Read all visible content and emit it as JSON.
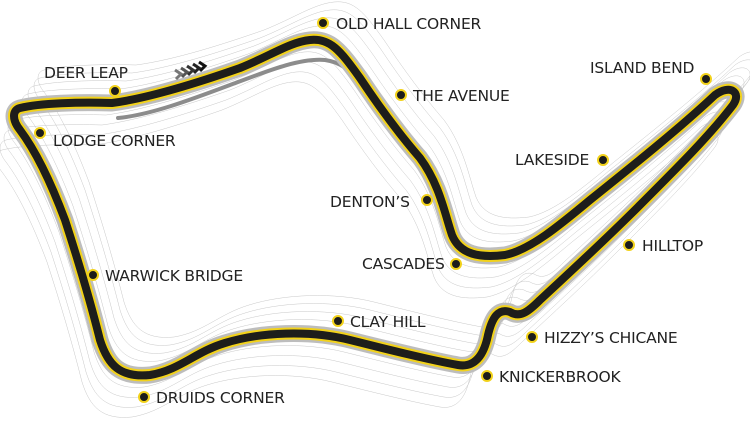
{
  "map": {
    "colors": {
      "track": "#1d1d1b",
      "edge": "#f2d21b",
      "pit_lane": "#8c8c8c",
      "contour": "#9a9a9a"
    },
    "direction_icon": "chevron-arrows-icon",
    "corners": [
      {
        "id": "old-hall-corner",
        "label": "OLD HALL CORNER"
      },
      {
        "id": "deer-leap",
        "label": "DEER LEAP"
      },
      {
        "id": "the-avenue",
        "label": "THE AVENUE"
      },
      {
        "id": "island-bend",
        "label": "ISLAND BEND"
      },
      {
        "id": "lodge-corner",
        "label": "LODGE CORNER"
      },
      {
        "id": "lakeside",
        "label": "LAKESIDE"
      },
      {
        "id": "dentons",
        "label": "DENTON’S"
      },
      {
        "id": "hilltop",
        "label": "HILLTOP"
      },
      {
        "id": "cascades",
        "label": "CASCADES"
      },
      {
        "id": "warwick-bridge",
        "label": "WARWICK BRIDGE"
      },
      {
        "id": "clay-hill",
        "label": "CLAY HILL"
      },
      {
        "id": "hizzys-chicane",
        "label": "HIZZY’S CHICANE"
      },
      {
        "id": "knickerbrook",
        "label": "KNICKERBROOK"
      },
      {
        "id": "druids-corner",
        "label": "DRUIDS CORNER"
      }
    ]
  }
}
